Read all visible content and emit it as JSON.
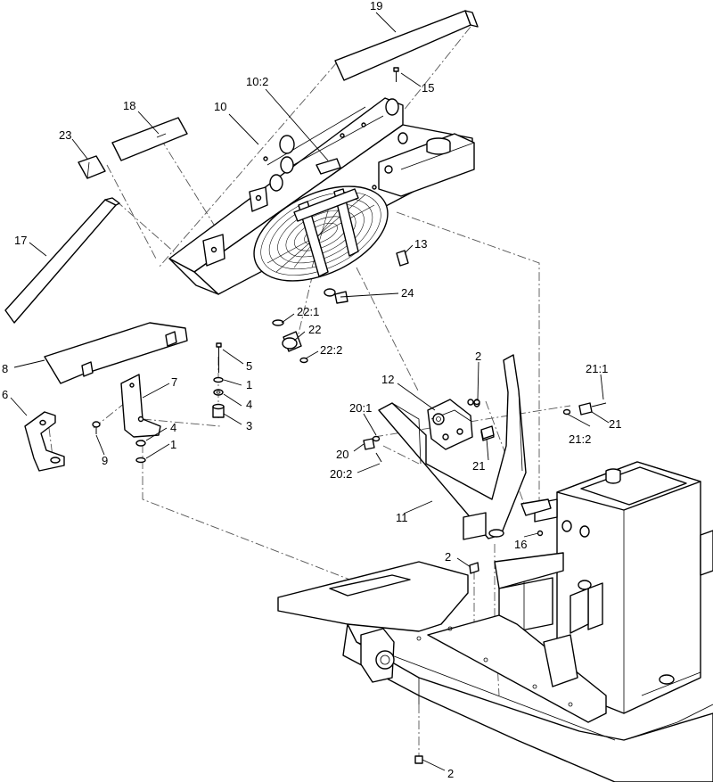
{
  "diagram": {
    "callouts": {
      "c19": "19",
      "c15": "15",
      "c10_2": "10:2",
      "c18": "18",
      "c10": "10",
      "c23": "23",
      "c17": "17",
      "c13": "13",
      "c24": "24",
      "c22_1": "22:1",
      "c22": "22",
      "c22_2": "22:2",
      "c8": "8",
      "c5": "5",
      "c1a": "1",
      "c7": "7",
      "c4a": "4",
      "c3": "3",
      "c6": "6",
      "c9": "9",
      "c4b": "4",
      "c1b": "1",
      "c2a": "2",
      "c12": "12",
      "c21_1": "21:1",
      "c20_1": "20:1",
      "c21a": "21",
      "c20": "20",
      "c21_2": "21:2",
      "c21b": "21",
      "c20_2": "20:2",
      "c11": "11",
      "c16": "16",
      "c2b": "2",
      "c2c": "2"
    }
  }
}
